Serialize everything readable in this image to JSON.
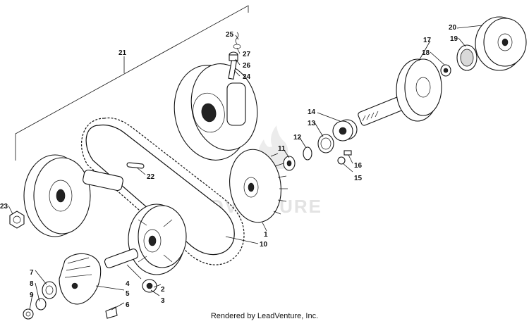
{
  "watermark": "LEADVENTURE",
  "footer": "Rendered by LeadVenture, Inc.",
  "callouts": {
    "c1": "1",
    "c2": "2",
    "c3": "3",
    "c4": "4",
    "c5": "5",
    "c6": "6",
    "c7": "7",
    "c8": "8",
    "c9": "9",
    "c10": "10",
    "c11": "11",
    "c12": "12",
    "c13": "13",
    "c14": "14",
    "c15": "15",
    "c16": "16",
    "c17": "17",
    "c18": "18",
    "c19": "19",
    "c20": "20",
    "c21": "21",
    "c22": "22",
    "c23": "23",
    "c24": "24",
    "c25": "25",
    "c26": "26",
    "c27": "27"
  }
}
